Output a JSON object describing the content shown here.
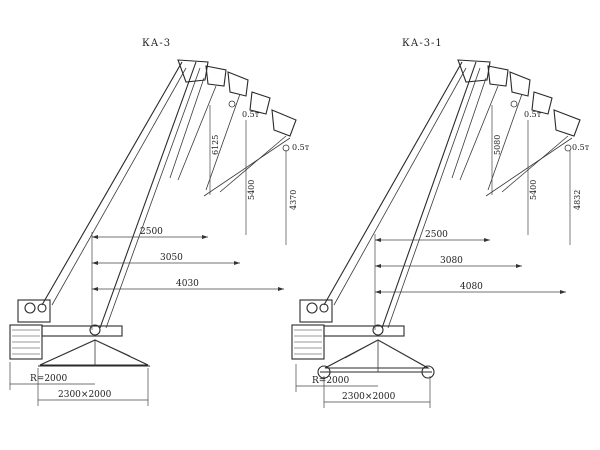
{
  "cranes": [
    {
      "title": "КА-3",
      "boom_heights": [
        "6125",
        "5400",
        "4370"
      ],
      "load_labels": [
        "0.5т",
        "0.5т"
      ],
      "reach_labels": [
        "2500",
        "3050",
        "4030"
      ],
      "base_labels": [
        "R=2000",
        "2300×2000"
      ]
    },
    {
      "title": "КА-3-1",
      "boom_heights": [
        "5080",
        "5400",
        "4832"
      ],
      "load_labels": [
        "0.5т",
        "0.5т"
      ],
      "reach_labels": [
        "2500",
        "3080",
        "4080"
      ],
      "base_labels": [
        "R=2000",
        "2300×2000"
      ]
    }
  ]
}
